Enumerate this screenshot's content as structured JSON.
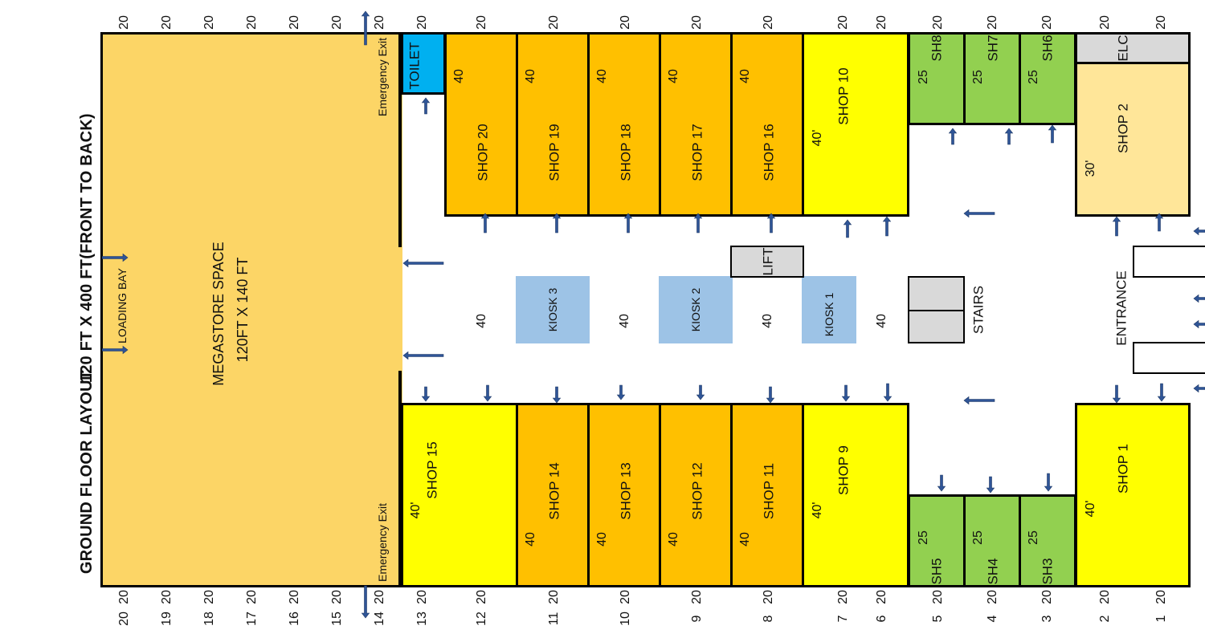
{
  "labels": {
    "title_1": "GROUND FLOOR LAYOUT",
    "title_2": "120 FT X 400 FT",
    "title_3": "(FRONT TO BACK)",
    "loading_bay": "LOADING BAY",
    "megastore_1": "MEGASTORE SPACE",
    "megastore_2": "120FT X 140 FT",
    "emergency_top": "Emergency Exit",
    "emergency_bottom": "Emergency Exit",
    "toilet": "TOILET",
    "lift": "LIFT",
    "stairs": "STAIRS",
    "entrance": "ENTRANCE",
    "elc": "ELC"
  },
  "shops": {
    "shop20": "SHOP 20",
    "shop19": "SHOP 19",
    "shop18": "SHOP 18",
    "shop17": "SHOP 17",
    "shop16": "SHOP 16",
    "shop10": "SHOP 10",
    "shop2": "SHOP 2",
    "shop15": "SHOP 15",
    "shop14": "SHOP 14",
    "shop13": "SHOP 13",
    "shop12": "SHOP 12",
    "shop11": "SHOP 11",
    "shop9": "SHOP 9",
    "shop1": "SHOP 1",
    "sh8": "SH8",
    "sh7": "SH7",
    "sh6": "SH6",
    "sh5": "SH5",
    "sh4": "SH4",
    "sh3": "SH3"
  },
  "kiosks": {
    "k3": "KIOSK 3",
    "k2": "KIOSK 2",
    "k1": "KIOSK 1"
  },
  "dims": {
    "d40": "40",
    "d25": "25",
    "d40ft": "40'",
    "d30ft": "30'",
    "top_row": [
      "20",
      "20",
      "20",
      "20",
      "20",
      "20",
      "20",
      "20",
      "20",
      "20",
      "20",
      "20",
      "20",
      "20",
      "20",
      "20",
      "20",
      "20",
      "20",
      "20"
    ],
    "bottom_row": [
      "20",
      "20",
      "20",
      "20",
      "20",
      "20",
      "20",
      "20",
      "20",
      "20",
      "20",
      "20",
      "20",
      "20",
      "20",
      "20",
      "20",
      "20",
      "20",
      "20"
    ],
    "bay_numbers": [
      "20",
      "19",
      "18",
      "17",
      "16",
      "15",
      "14",
      "13",
      "12",
      "11",
      "10",
      "9",
      "8",
      "7",
      "6",
      "5",
      "4",
      "3",
      "2",
      "1"
    ]
  },
  "colors": {
    "megastore": "#fcd566",
    "orange_shop": "#ffc000",
    "yellow_shop": "#ffff00",
    "green_shop": "#92d050",
    "light_shop": "#ffe699",
    "toilet": "#00b0f0",
    "kiosk": "#9dc3e6",
    "grey": "#d9d9d9",
    "arrow": "#2f5597"
  }
}
